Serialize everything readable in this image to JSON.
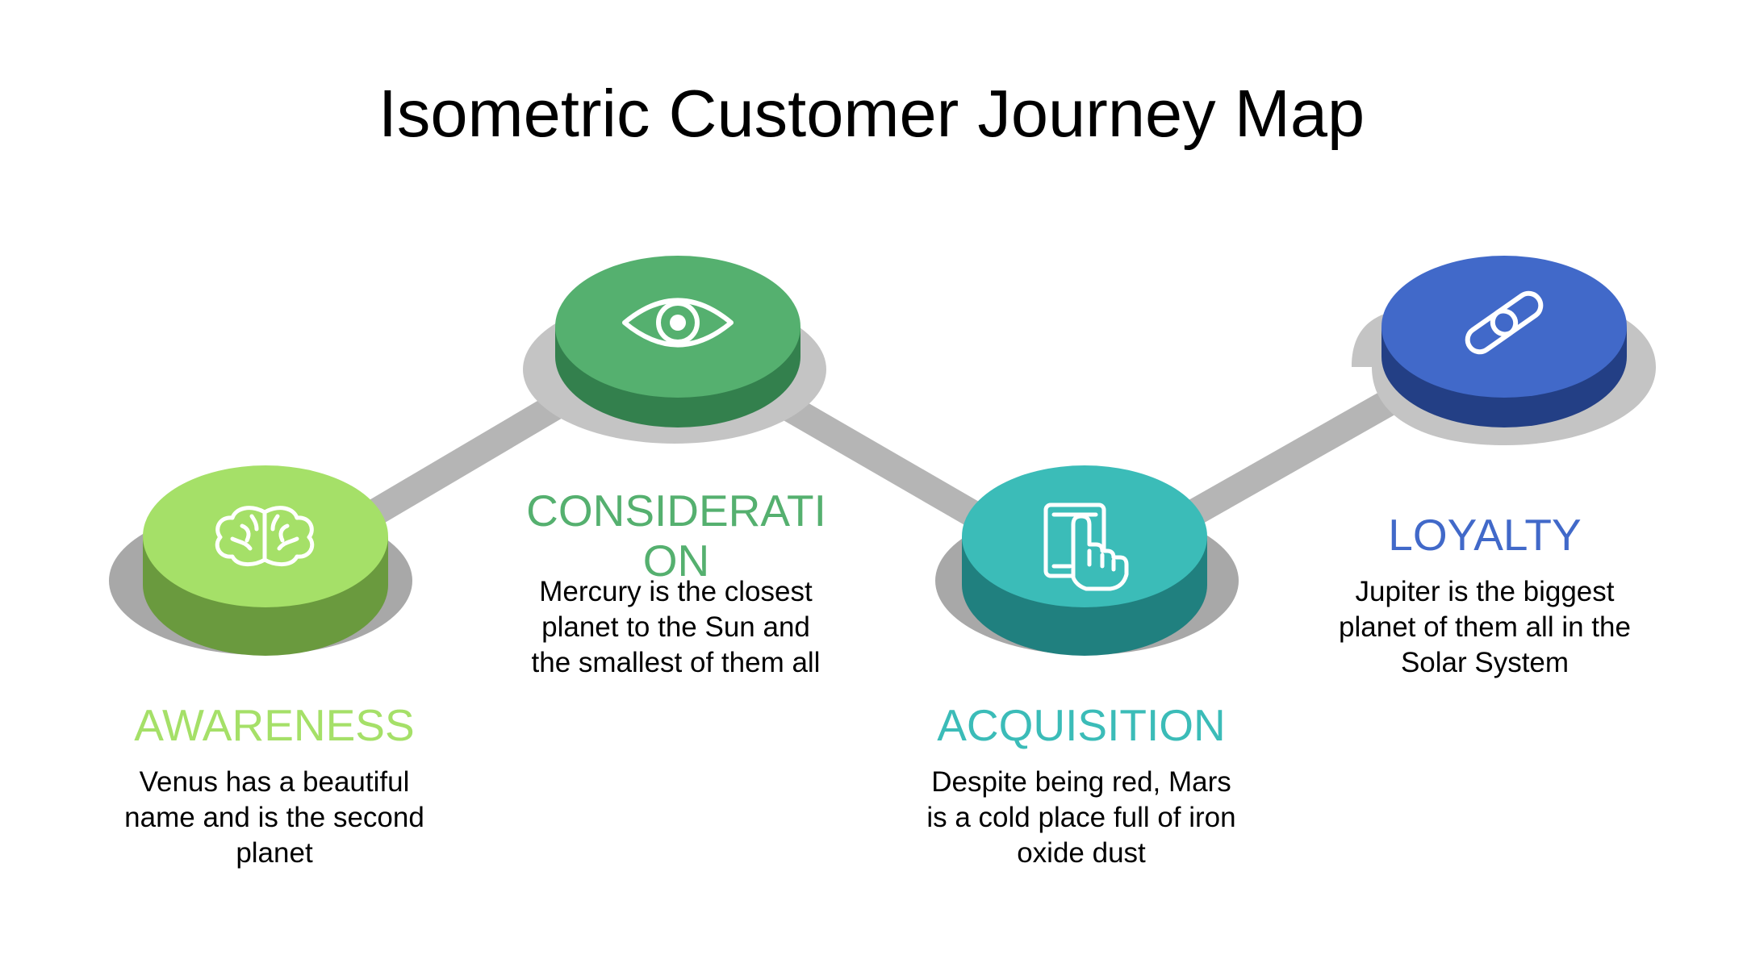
{
  "title": "Isometric Customer Journey Map",
  "stages": [
    {
      "key": "awareness",
      "title": "AWARENESS",
      "description": "Venus has a beautiful name and is the second planet",
      "icon": "brain-icon",
      "color": "#a5e068",
      "side_color": "#6a9a3e"
    },
    {
      "key": "consideration",
      "title": "CONSIDERATION",
      "description": "Mercury is the closest planet to the Sun and the smallest of them all",
      "icon": "eye-icon",
      "color": "#55b06f",
      "side_color": "#33804d"
    },
    {
      "key": "acquisition",
      "title": "ACQUISITION",
      "description": "Despite being red, Mars is a cold place full of iron oxide dust",
      "icon": "tablet-touch-icon",
      "color": "#3bbcb8",
      "side_color": "#20807f"
    },
    {
      "key": "loyalty",
      "title": "LOYALTY",
      "description": "Jupiter is the biggest planet of them all in the Solar System",
      "icon": "chain-link-icon",
      "color": "#4169c9",
      "side_color": "#233f85"
    }
  ]
}
